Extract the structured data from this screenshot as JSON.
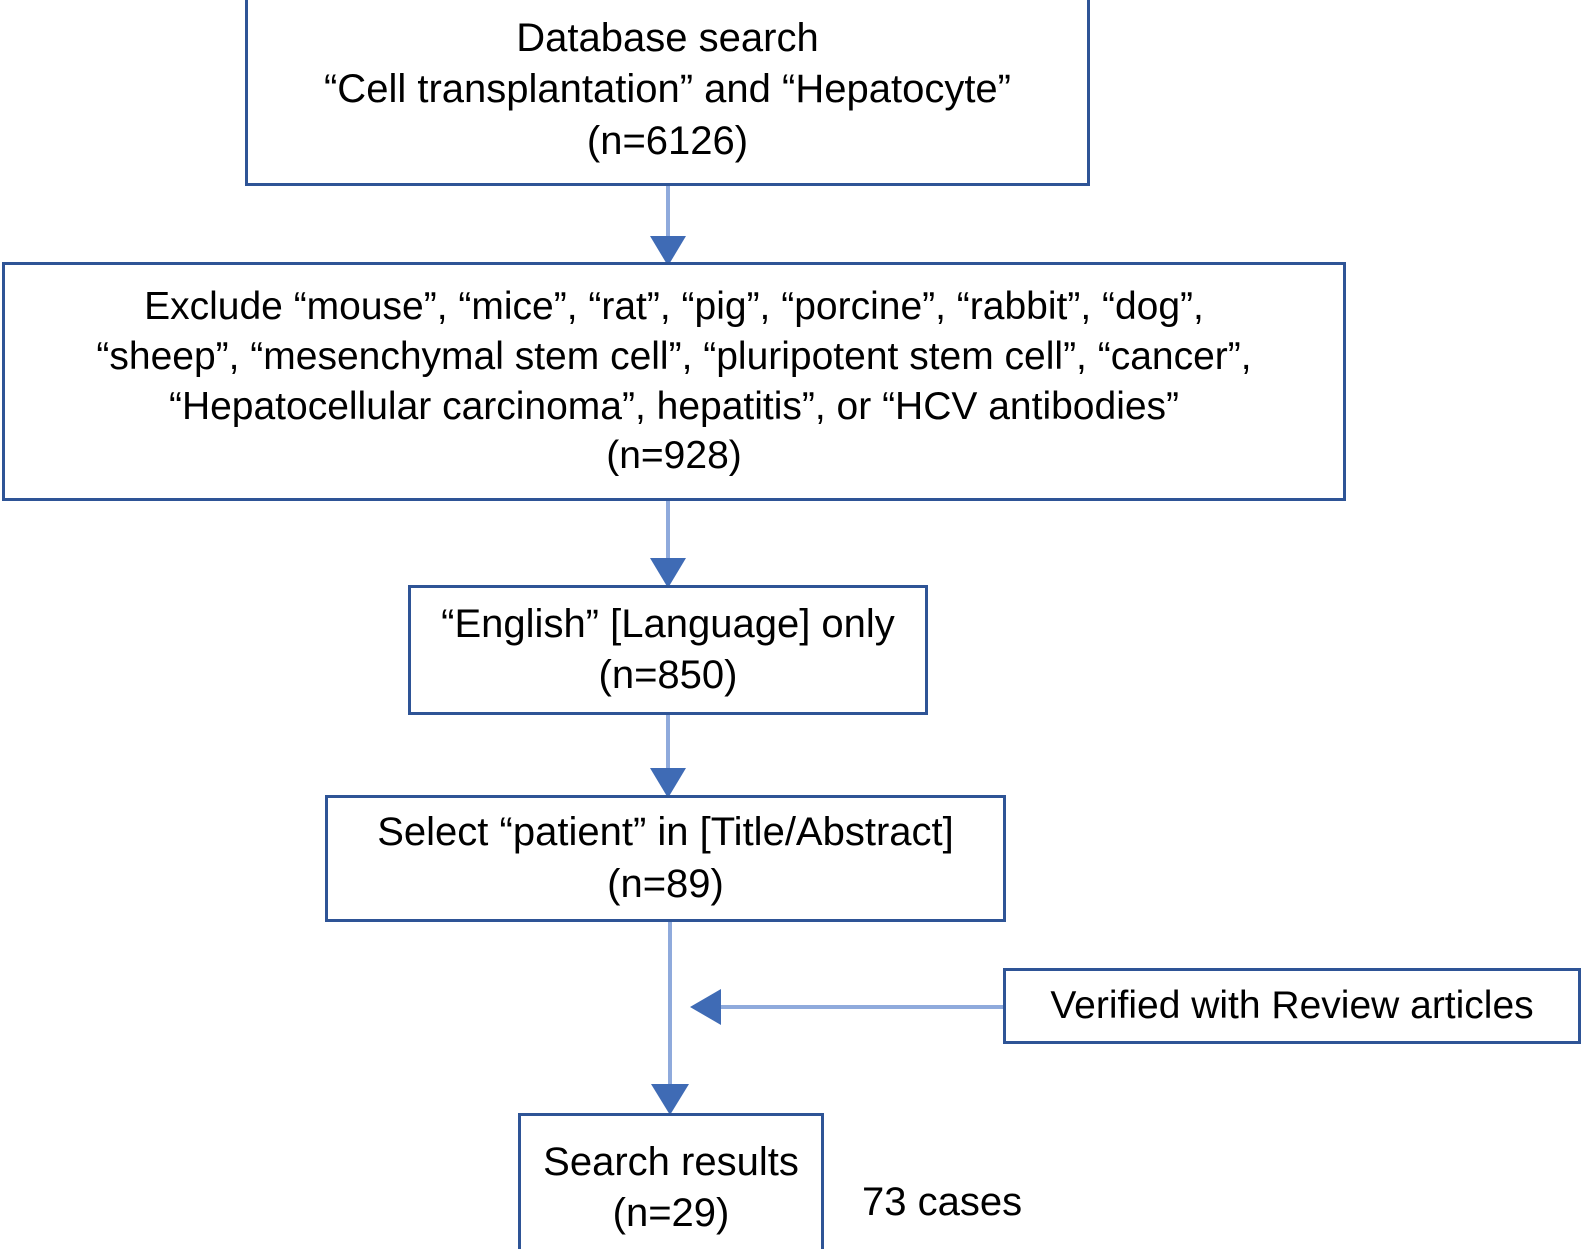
{
  "diagram": {
    "type": "flowchart",
    "title": "Literature search selection flowchart",
    "colors": {
      "box_border": "#2e5496",
      "box_fill": "#ffffff",
      "connector": "#8faadc",
      "arrowhead": "#3f6bb5",
      "text": "#000000"
    },
    "nodes": [
      {
        "id": "database-search",
        "text": "Database search\n“Cell transplantation” and “Hepatocyte”\n(n=6126)",
        "count_label": "(n=6126)",
        "count": 6126
      },
      {
        "id": "exclude-terms",
        "text": "Exclude “mouse”, “mice”, “rat”, “pig”, “porcine”, “rabbit”, “dog”,\n“sheep”, “mesenchymal stem cell”, “pluripotent stem cell”, “cancer”,\n“Hepatocellular carcinoma”, hepatitis”, or “HCV antibodies”\n(n=928)",
        "count_label": "(n=928)",
        "count": 928
      },
      {
        "id": "english-only",
        "text": "“English” [Language] only\n(n=850)",
        "count_label": "(n=850)",
        "count": 850
      },
      {
        "id": "select-patient",
        "text": "Select “patient” in [Title/Abstract]\n(n=89)",
        "count_label": "(n=89)",
        "count": 89
      },
      {
        "id": "verified-review",
        "text": "Verified with Review articles",
        "count_label": "",
        "count": null
      },
      {
        "id": "search-results",
        "text": "Search results\n(n=29)",
        "count_label": "(n=29)",
        "count": 29
      }
    ],
    "captions": [
      {
        "id": "73-cases",
        "text": "73 cases"
      }
    ],
    "edges": [
      {
        "from": "database-search",
        "to": "exclude-terms",
        "direction": "down"
      },
      {
        "from": "exclude-terms",
        "to": "english-only",
        "direction": "down"
      },
      {
        "from": "english-only",
        "to": "select-patient",
        "direction": "down"
      },
      {
        "from": "select-patient",
        "to": "search-results",
        "direction": "down"
      },
      {
        "from": "verified-review",
        "to": "select-patient-to-results-line",
        "direction": "left"
      }
    ]
  }
}
